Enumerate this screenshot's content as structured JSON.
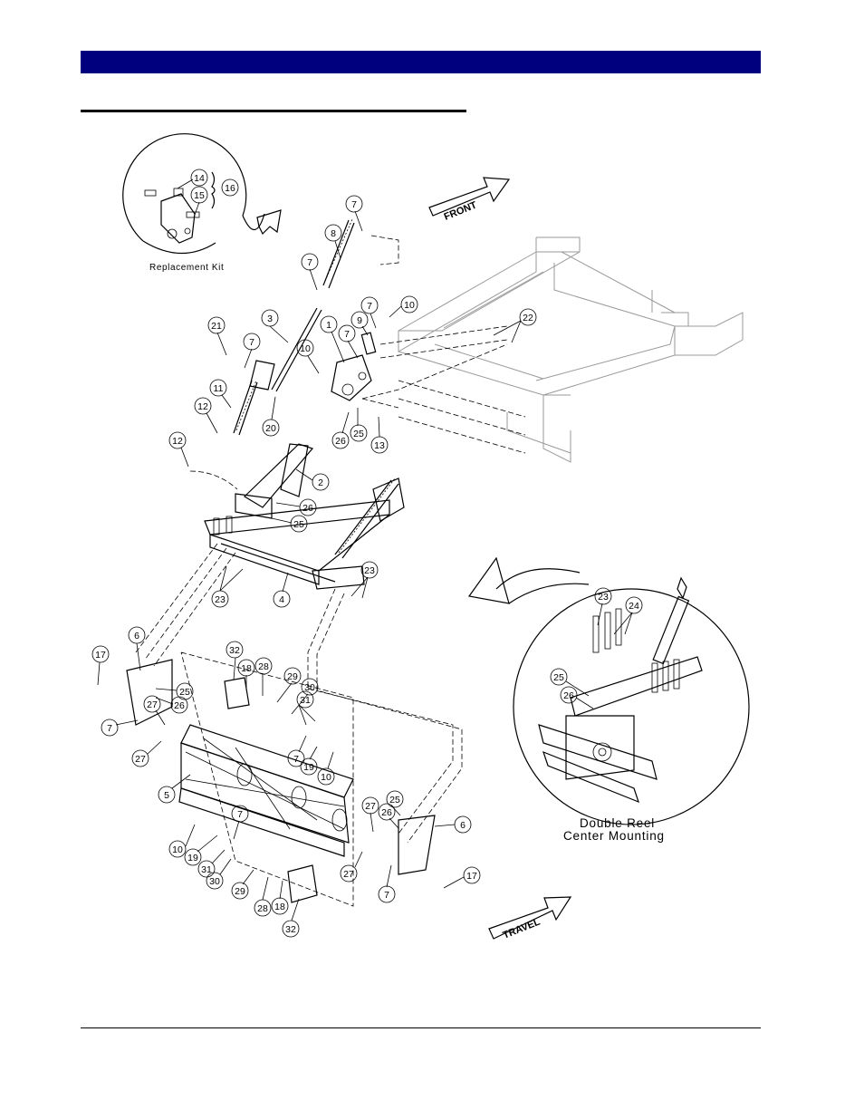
{
  "callouts": {
    "c1": "1",
    "c2": "2",
    "c3": "3",
    "c4": "4",
    "c5": "5",
    "c6": "6",
    "c8": "8",
    "c9": "9",
    "c10": "10",
    "c11": "11",
    "c12": "12",
    "c13": "13",
    "c14": "14",
    "c15": "15",
    "c16": "16",
    "c17": "17",
    "c18": "18",
    "c19": "19",
    "c20": "20",
    "c21": "21",
    "c22": "22",
    "c23": "23",
    "c24": "24",
    "c25": "25",
    "c26": "26",
    "c27": "27",
    "c28": "28",
    "c29": "29",
    "c30": "30",
    "c31": "31",
    "c32": "32",
    "c7": "7"
  },
  "captions": {
    "replacement_kit": "Replacement Kit",
    "double_reel_line1": "Double Reel",
    "double_reel_line2": "Center Mounting",
    "front_arrow": "FRONT",
    "travel_arrow": "TRAVEL"
  }
}
